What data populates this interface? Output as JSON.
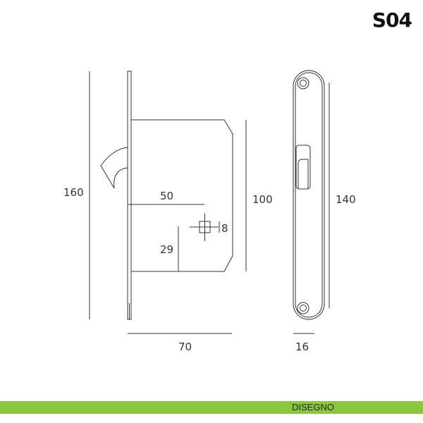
{
  "title": "S04",
  "dimensions": {
    "height_total": "160",
    "body_height": "100",
    "backset": "50",
    "spindle_size": "8",
    "spindle_offset": "29",
    "depth": "70",
    "faceplate_height": "140",
    "faceplate_width": "16"
  },
  "footer": {
    "label": "DISEGNO",
    "color": "#8cc63f"
  }
}
